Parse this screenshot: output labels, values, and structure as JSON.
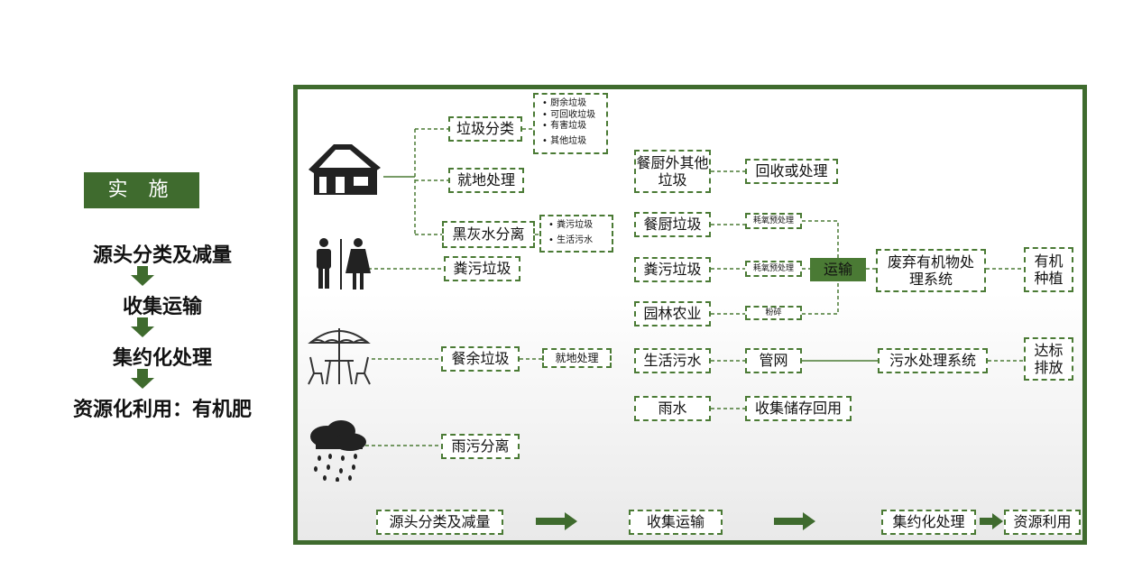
{
  "left_panel": {
    "title": "实 施",
    "steps": [
      "源头分类及减量",
      "收集运输",
      "集约化处理",
      "资源化利用：有机肥"
    ]
  },
  "sources": {
    "house": {
      "branches": [
        "垃圾分类",
        "就地处理",
        "黑灰水分离"
      ],
      "sort_list": [
        "厨余垃圾",
        "可回收垃圾",
        "有害垃圾",
        "其他垃圾"
      ],
      "water_list": [
        "粪污垃圾",
        "生活污水"
      ]
    },
    "toilet": {
      "label": "粪污垃圾"
    },
    "restaurant": {
      "label": "餐余垃圾",
      "next": "就地处理"
    },
    "rain": {
      "label": "雨污分离"
    }
  },
  "middle": {
    "kitchen_other": "餐厨外其他垃圾",
    "recycle": "回收或处理",
    "kitchen": "餐厨垃圾",
    "manure": "粪污垃圾",
    "garden": "园林农业",
    "pre1": "耗氧预处理",
    "pre2": "耗氧预处理",
    "crush": "粉碎",
    "transport": "运输",
    "sewage": "生活污水",
    "pipe": "管网",
    "rain": "雨水",
    "rain_collect": "收集储存回用"
  },
  "right": {
    "organic_system": "废弃有机物处理系统",
    "planting": "有机种植",
    "sewage_system": "污水处理系统",
    "discharge": "达标排放"
  },
  "bottom_flow": [
    "源头分类及减量",
    "收集运输",
    "集约化处理",
    "资源利用"
  ],
  "colors": {
    "green": "#3f6b2e",
    "box_border": "#4a7a34",
    "arrow": "#3f6b2e"
  }
}
